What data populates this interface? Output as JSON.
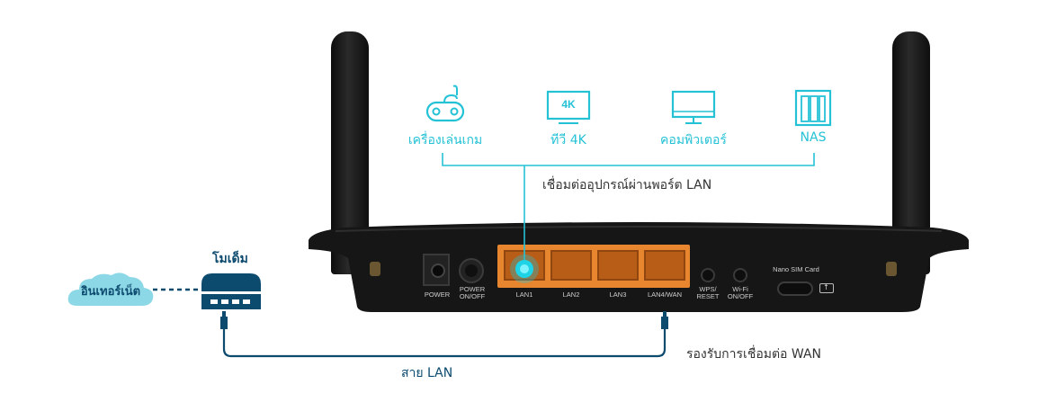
{
  "devices": [
    {
      "icon": "gamepad-icon",
      "label": "เครื่องเล่นเกม"
    },
    {
      "icon": "tv-4k-icon",
      "label": "ทีวี 4K",
      "icon_text": "4K"
    },
    {
      "icon": "computer-monitor-icon",
      "label": "คอมพิวเตอร์"
    },
    {
      "icon": "nas-icon",
      "label": "NAS"
    }
  ],
  "lan_caption": "เชื่อมต่ออุปกรณ์ผ่านพอร์ต LAN",
  "wan_caption": "รองรับการเชื่อมต่อ WAN",
  "cable_label": "สาย LAN",
  "modem_label": "โมเด็ม",
  "internet_label": "อินเทอร์เน็ต",
  "router_labels": {
    "power": "POWER",
    "power_onoff": "POWER\nON/OFF",
    "lan1": "LAN1",
    "lan2": "LAN2",
    "lan3": "LAN3",
    "lan4wan": "LAN4/WAN",
    "wps": "WPS/\nRESET",
    "wifi": "Wi-Fi\nON/OFF",
    "sim": "Nano SIM Card"
  },
  "colors": {
    "accent": "#25c2d6",
    "port_orange": "#e8862f",
    "navy": "#0c4a6e",
    "router_body": "#1a1a1a"
  }
}
